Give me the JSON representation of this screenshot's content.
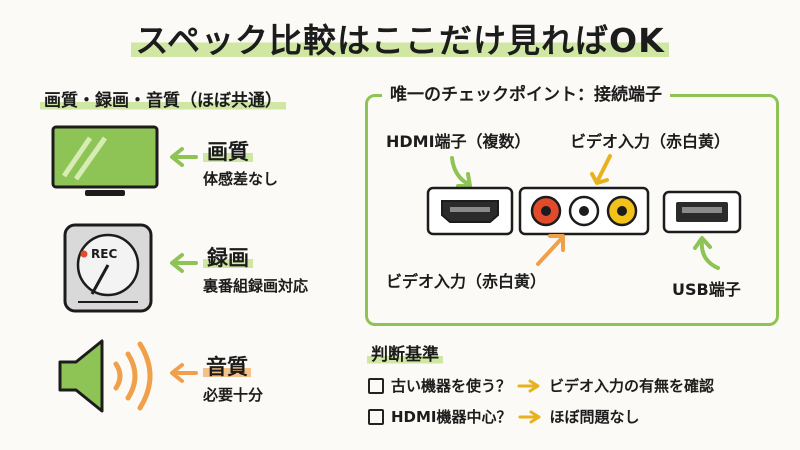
{
  "title": "スペック比較はここだけ見ればOK",
  "left": {
    "heading": "画質・録画・音質（ほぼ共通）",
    "items": [
      {
        "title": "画質",
        "desc": "体感差なし",
        "icon": "tv-icon",
        "accent": "#8ec455"
      },
      {
        "title": "録画",
        "desc": "裏番組録画対応",
        "icon": "hdd-rec-icon",
        "accent": "#8ec455",
        "badge": "REC"
      },
      {
        "title": "音質",
        "desc": "必要十分",
        "icon": "speaker-icon",
        "accent": "#f0a04b"
      }
    ]
  },
  "right": {
    "heading": "唯一のチェックポイント：接続端子",
    "hdmi_label": "HDMI端子（複数）",
    "video_top_label": "ビデオ入力（赤白黄）",
    "video_bottom_label": "ビデオ入力（赤白黄）",
    "usb_label": "USB端子",
    "rca_colors": [
      "#e24a2c",
      "#ffffff",
      "#f2c21a"
    ]
  },
  "criteria": {
    "heading": "判断基準",
    "rows": [
      {
        "check": "古い機器を使う？",
        "result": "ビデオ入力の有無を確認"
      },
      {
        "check": "HDMI機器中心？",
        "result": "ほぼ問題なし"
      }
    ]
  },
  "colors": {
    "green": "#8ec455",
    "yellow": "#e7b21e",
    "orange": "#f0a04b"
  }
}
